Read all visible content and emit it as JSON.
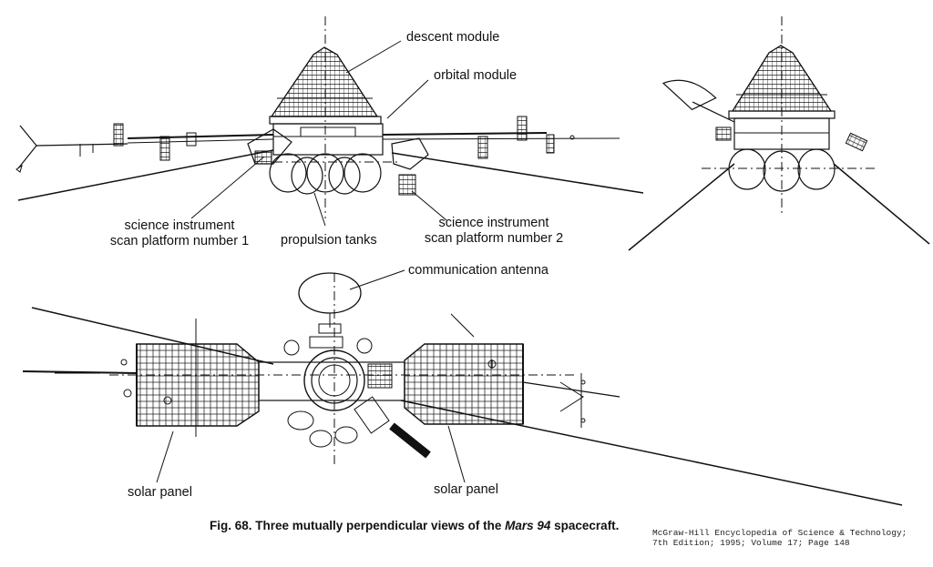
{
  "labels": {
    "descent_module": "descent module",
    "orbital_module": "orbital module",
    "sci_platform_1_line1": "science instrument",
    "sci_platform_1_line2": "scan platform number 1",
    "propulsion_tanks": "propulsion tanks",
    "sci_platform_2_line1": "science instrument",
    "sci_platform_2_line2": "scan platform number 2",
    "communication_antenna": "communication antenna",
    "solar_panel_left": "solar panel",
    "solar_panel_right": "solar panel"
  },
  "caption": {
    "prefix": "Fig. 68. Three mutually perpendicular views of the ",
    "italic": "Mars 94",
    "suffix": " spacecraft."
  },
  "citation": {
    "line1": "McGraw-Hill Encyclopedia of Science & Technology;",
    "line2": "7th Edition; 1995; Volume 17; Page 148"
  }
}
